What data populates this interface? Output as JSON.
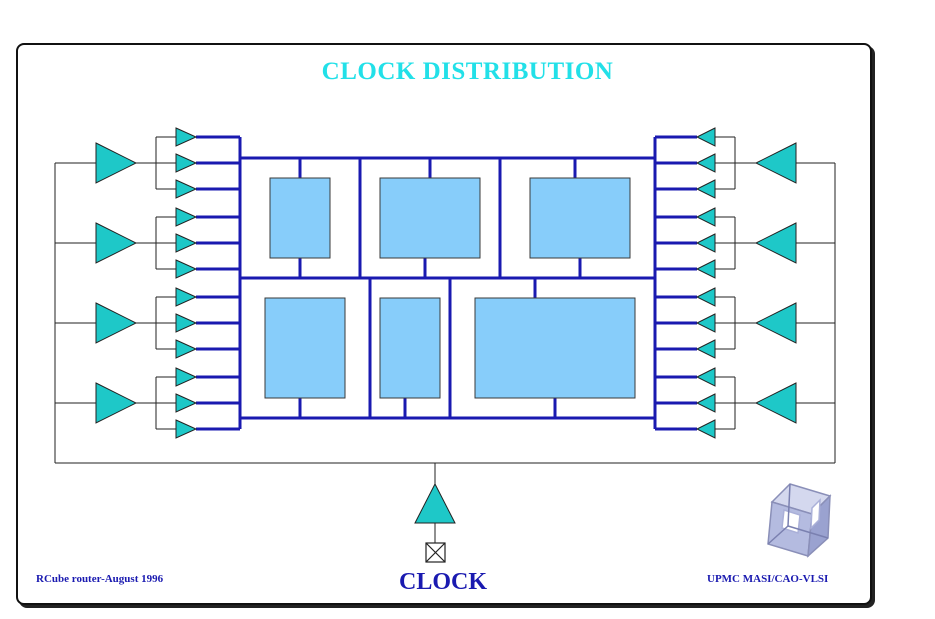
{
  "title": "CLOCK DISTRIBUTION",
  "clock_label": "CLOCK",
  "footer_left": "RCube router-August 1996",
  "footer_right": "UPMC MASI/CAO-VLSI",
  "colors": {
    "title": "#22e0e8",
    "bus": "#1a1ab0",
    "buffer": "#1ec8c8",
    "block_fill": "#87cdfa",
    "block_border": "#3a3a3a",
    "line": "#222222"
  },
  "icons": {
    "buffer": "triangle-buffer-icon",
    "clock_pad": "crossed-box-icon",
    "logo": "cube-logo-icon"
  }
}
